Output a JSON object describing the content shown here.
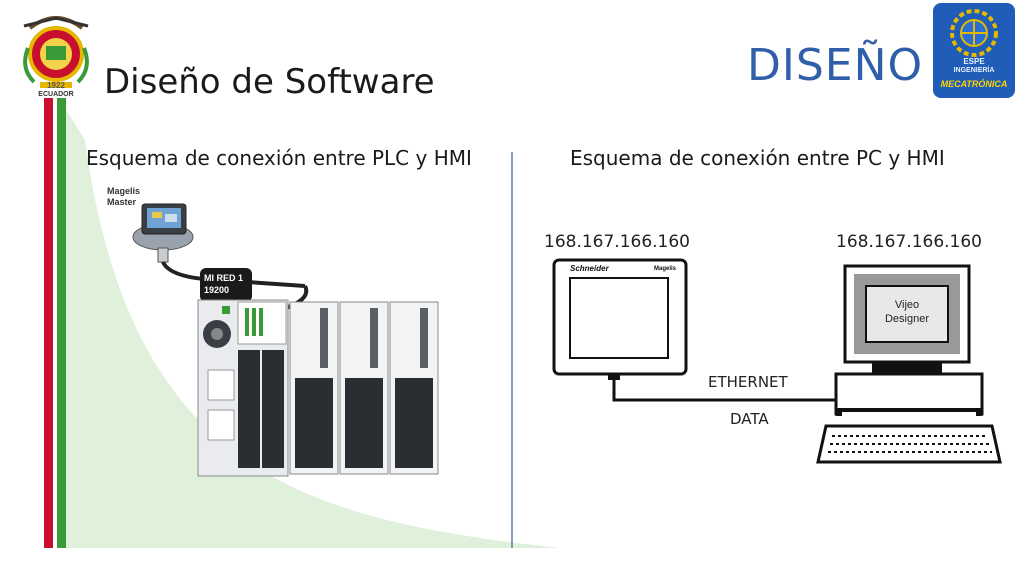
{
  "slide": {
    "title": "Diseño de Software",
    "heading": "DISEÑO",
    "colors": {
      "heading": "#2f5fa8",
      "stripe_red": "#c8102e",
      "stripe_green": "#3a9a3a",
      "fade_green": "#dcefd6",
      "divider": "#5b7fa6"
    }
  },
  "logos": {
    "left": {
      "icon": "ecuador-crest-icon",
      "year": "1922",
      "country": "ECUADOR"
    },
    "right": {
      "icon": "espe-mecatronica-logo-icon",
      "line1": "ESPE",
      "line2": "INGENIERÍA",
      "line3": "MECATRÓNICA"
    }
  },
  "left_panel": {
    "title": "Esquema de conexión entre PLC y HMI",
    "hmi_label_1": "Magelis",
    "hmi_label_2": "Master",
    "network_tag_1": "MI RED 1",
    "network_tag_2": "19200"
  },
  "right_panel": {
    "title": "Esquema de conexión entre PC y HMI",
    "hmi_ip": "168.167.166.160",
    "pc_ip": "168.167.166.160",
    "hmi_brand": "Schneider",
    "hmi_model": "Magelis",
    "cable_label_top": "ETHERNET",
    "cable_label_bottom": "DATA",
    "screen_text_1": "Vijeo",
    "screen_text_2": "Designer"
  }
}
